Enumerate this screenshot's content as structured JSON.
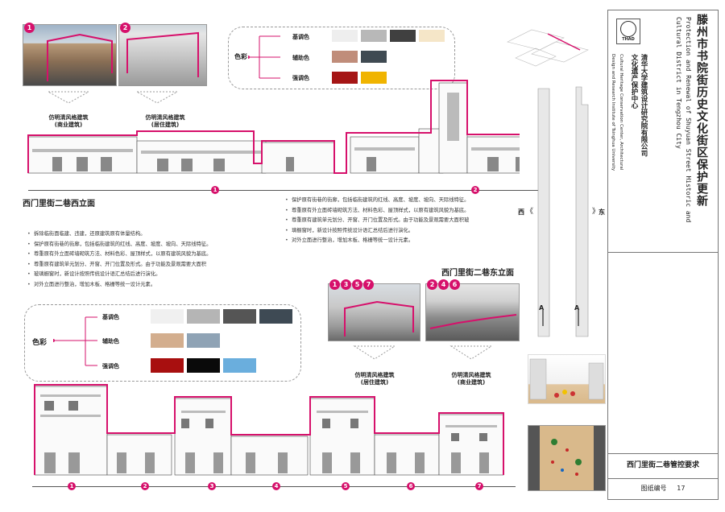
{
  "top_photos": [
    {
      "num": "1"
    },
    {
      "num": "2"
    }
  ],
  "top_labels": [
    {
      "line1": "仿明清风格建筑",
      "line2": "(商业建筑)"
    },
    {
      "line1": "仿明清风格建筑",
      "line2": "(居住建筑)"
    }
  ],
  "top_palette": {
    "title": "色彩",
    "rows": [
      {
        "label": "基调色",
        "colors": [
          "#eeeeee",
          "#b8b8b8",
          "#404040",
          "#f5e6c8"
        ]
      },
      {
        "label": "辅助色",
        "colors": [
          "#c08d7a",
          "#3f4a52"
        ]
      },
      {
        "label": "强调色",
        "colors": [
          "#a51515",
          "#f0b400"
        ]
      }
    ]
  },
  "west_elevation": {
    "title": "西门里街二巷西立面",
    "segments": [
      "1",
      "2"
    ]
  },
  "west_bullets": [
    "拆除临街面临建、违建，还原建筑原有体量结构。",
    "保护原有街巷的街廓，包括临街建筑的红线、高度、坡度、坡向、天际线特征。",
    "尊重原有外立面砖墙砌筑方法、材料色彩、屋顶样式，以原有建筑风貌为基底。",
    "尊重原有建筑单元划分、开窗、开门位置及形式。由于功能及景观需要大面积",
    "玻璃橱窗时，新设计按照传统设计语汇总结后进行演化。",
    "对外立面进行整治，增加木板、格栅等统一设计元素。"
  ],
  "right_bullets": [
    "保护原有街巷的街廓，包括临街建筑的红线、高度、坡度、坡向、天际线特征。",
    "尊重原有外立面砖墙砌筑方法、材料色彩、屋顶样式，以原有建筑风貌为基底。",
    "尊重原有建筑单元划分、开窗、开门位置及形式。由于功能及景观需要大面积玻",
    "璃橱窗时，新设计按照传统设计语汇总结后进行演化。",
    "对外立面进行整治，增加木板、格栅等统一设计元素。"
  ],
  "bottom_palette": {
    "title": "色彩",
    "rows": [
      {
        "label": "基调色",
        "colors": [
          "#f0f0f0",
          "#b5b5b5",
          "#555555",
          "#3e4a54"
        ]
      },
      {
        "label": "辅助色",
        "colors": [
          "#d3ae8e",
          "#8fa3b5"
        ]
      },
      {
        "label": "强调色",
        "colors": [
          "#a80f0f",
          "#0a0a0a",
          "#6aaedd"
        ]
      }
    ]
  },
  "east_elevation": {
    "title": "西门里街二巷东立面",
    "segments": [
      "1",
      "2",
      "3",
      "4",
      "5",
      "6",
      "7"
    ]
  },
  "mid_photos": [
    {
      "nums": [
        "1",
        "3",
        "5",
        "7"
      ]
    },
    {
      "nums": [
        "2",
        "4",
        "6"
      ]
    }
  ],
  "mid_labels": [
    {
      "line1": "仿明清风格建筑",
      "line2": "(居住建筑)"
    },
    {
      "line1": "仿明清风格建筑",
      "line2": "(商业建筑)"
    }
  ],
  "section": {
    "west": "西",
    "east": "东",
    "cut": "A"
  },
  "sidebar": {
    "title_cn": "滕州市书院街历史文化街区保护更新",
    "title_en_1": "Protection and Renewal of Shuyuan Street Historic and",
    "title_en_2": "Cultural District in Tengzhou City",
    "org_cn_1": "清华大学建筑设计研究院有限公司",
    "org_cn_2": "文化遗产保护中心",
    "org_en_1": "Cultural Heritage Conservation Center, Architectural",
    "org_en_2": "Design and Research Institute of Tsinghua University",
    "logo_text": "THAD",
    "sheet_title": "西门里街二巷管控要求",
    "sheet_no_label": "图纸编号",
    "sheet_no": "17"
  }
}
